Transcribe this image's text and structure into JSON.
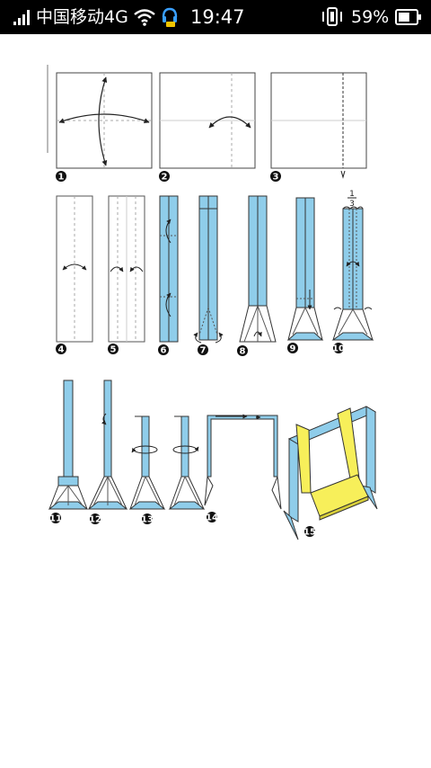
{
  "status_bar": {
    "carrier": "中国移动4G",
    "time": "19:47",
    "battery_percent": "59%",
    "battery_level": 0.59,
    "icons": [
      "signal-bars-icon",
      "wifi-icon",
      "headset-app-icon",
      "vibrate-icon",
      "battery-icon"
    ]
  },
  "diagram": {
    "step_numbers": [
      "1",
      "2",
      "3",
      "4",
      "5",
      "6",
      "7",
      "8",
      "9",
      "10",
      "11",
      "12",
      "13",
      "14",
      "15"
    ],
    "fraction": {
      "numerator": "1",
      "denominator": "3"
    },
    "colors": {
      "paper_blue": "#8fcdea",
      "seat_yellow": "#f7ef5a",
      "line": "#222222",
      "crease": "#999999",
      "background": "#ffffff"
    }
  }
}
